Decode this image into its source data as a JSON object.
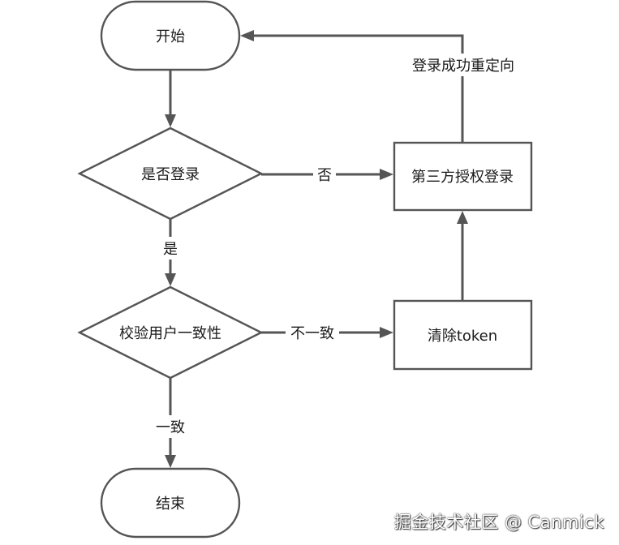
{
  "nodes": {
    "start": "开始",
    "is_logged_in": "是否登录",
    "third_party_login": "第三方授权登录",
    "verify_user": "校验用户一致性",
    "clear_token": "清除token",
    "end": "结束"
  },
  "edge_labels": {
    "login_redirect": "登录成功重定向",
    "not_logged_in": "否",
    "logged_in": "是",
    "inconsistent": "不一致",
    "consistent": "一致"
  },
  "watermark": "掘金技术社区 @ Canmick",
  "colors": {
    "stroke": "#555555",
    "text": "#1a1a1a",
    "background": "#ffffff"
  }
}
